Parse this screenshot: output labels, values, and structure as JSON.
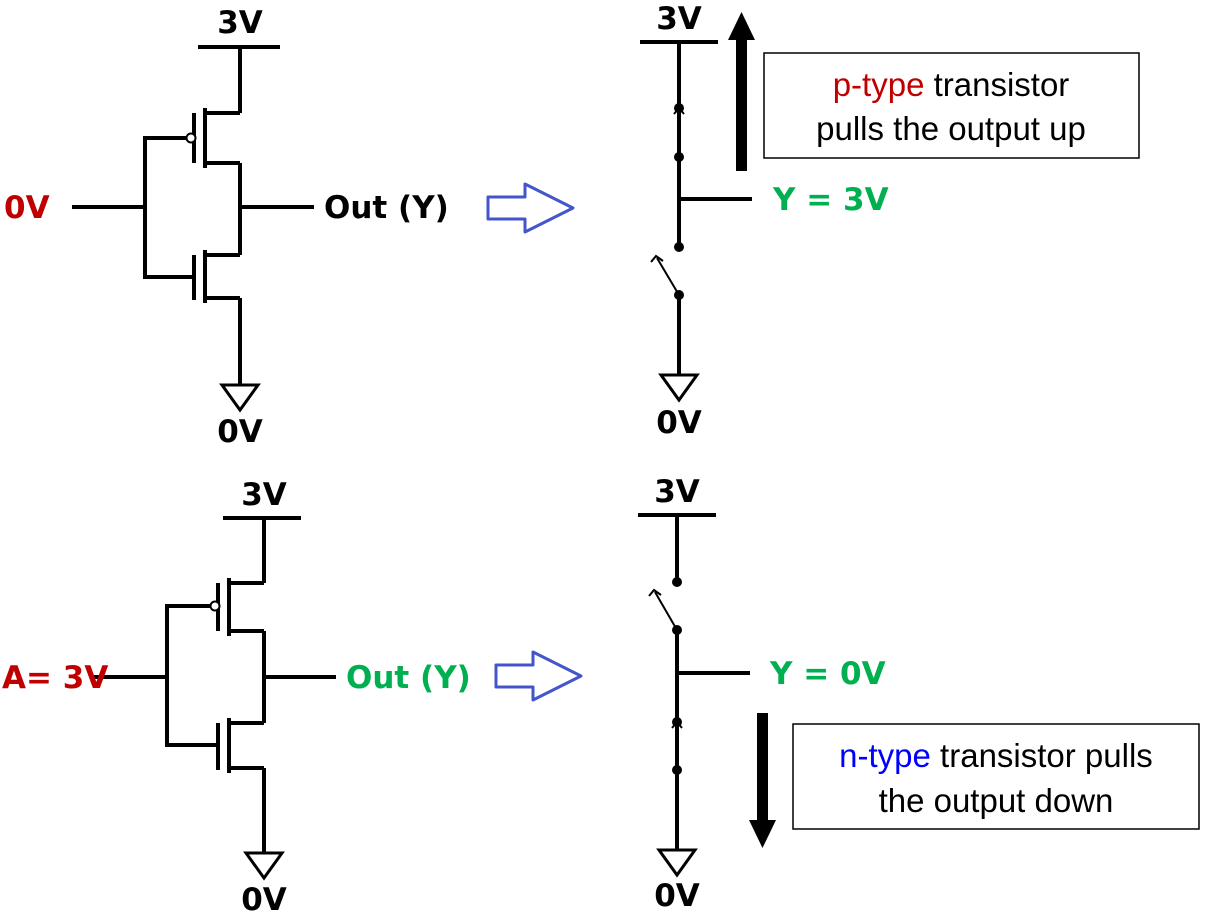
{
  "colors": {
    "wire": "#000000",
    "red": "#c00000",
    "green": "#00b050",
    "blue": "#0000ff",
    "arrow_outline": "#4455cc"
  },
  "top": {
    "circuit": {
      "vdd": "3V",
      "gnd": "0V",
      "input": "0V",
      "output": "Out (Y)"
    },
    "switch": {
      "vdd": "3V",
      "gnd": "0V",
      "output": "Y = 3V"
    },
    "note": {
      "highlight": "p-type",
      "line1_rest": " transistor",
      "line2": "pulls the output up"
    }
  },
  "bottom": {
    "circuit": {
      "vdd": "3V",
      "gnd": "0V",
      "input": "A= 3V",
      "output": "Out (Y)"
    },
    "switch": {
      "vdd": "3V",
      "gnd": "0V",
      "output": "Y = 0V"
    },
    "note": {
      "highlight": "n-type",
      "line1_rest": " transistor pulls",
      "line2": "the output down"
    }
  }
}
